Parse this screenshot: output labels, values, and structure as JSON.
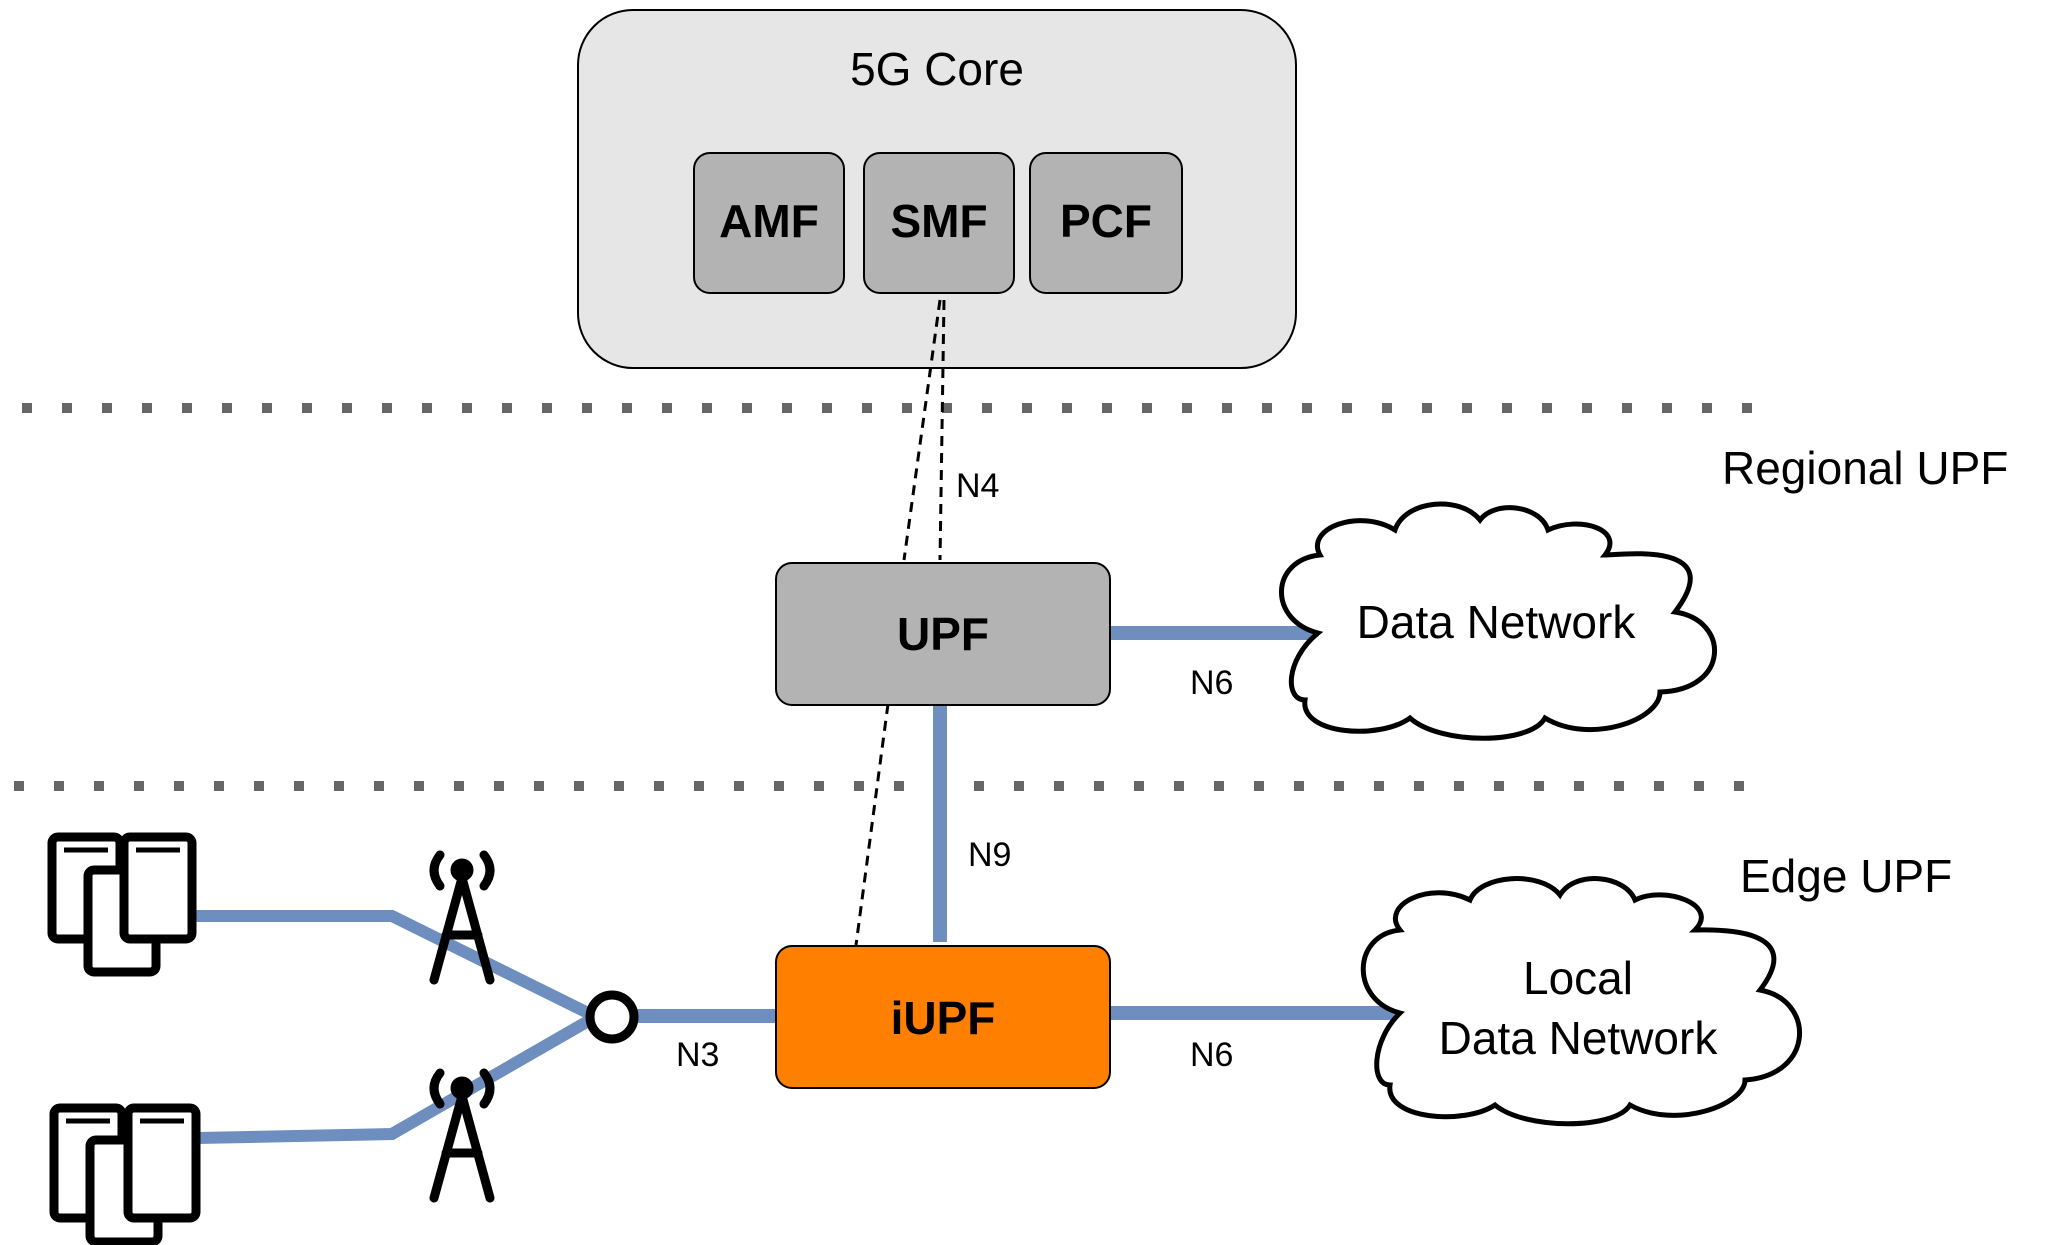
{
  "core": {
    "title": "5G Core",
    "functions": [
      "AMF",
      "SMF",
      "PCF"
    ]
  },
  "zones": {
    "regional": "Regional UPF",
    "edge": "Edge UPF"
  },
  "nodes": {
    "upf": "UPF",
    "iupf": "iUPF"
  },
  "clouds": {
    "data_network": "Data Network",
    "local_line1": "Local",
    "local_line2": "Data Network"
  },
  "interfaces": {
    "n4": "N4",
    "n6_regional": "N6",
    "n9": "N9",
    "n3": "N3",
    "n6_edge": "N6"
  },
  "colors": {
    "link": "#6d8ebf",
    "iupf_fill": "#ff7f00",
    "box_fill": "#b3b3b3",
    "core_fill": "#e6e6e6"
  }
}
